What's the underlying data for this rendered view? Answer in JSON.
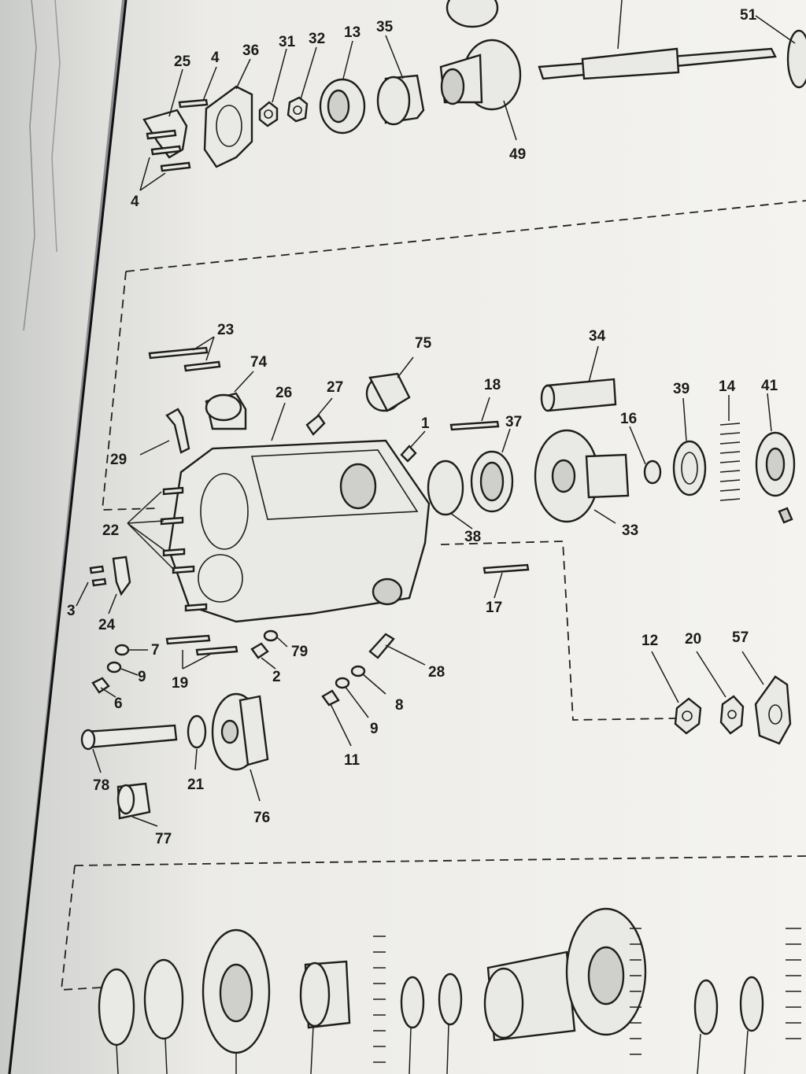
{
  "diagram": {
    "section_top": {
      "callouts": [
        "25",
        "4",
        "36",
        "31",
        "32",
        "13",
        "35",
        "51",
        "49",
        "4"
      ]
    },
    "section_middle": {
      "callouts": [
        "23",
        "74",
        "75",
        "26",
        "27",
        "18",
        "34",
        "39",
        "14",
        "41",
        "16",
        "37",
        "1",
        "29",
        "22",
        "38",
        "33",
        "3",
        "24",
        "17",
        "7",
        "79",
        "12",
        "20",
        "57",
        "9",
        "19",
        "2",
        "28",
        "6",
        "8",
        "9",
        "11",
        "78",
        "21",
        "76",
        "77"
      ]
    }
  },
  "colors": {
    "paper": "#f1f0ec",
    "ink": "#1e1e1e",
    "background": "#8a8e93"
  }
}
